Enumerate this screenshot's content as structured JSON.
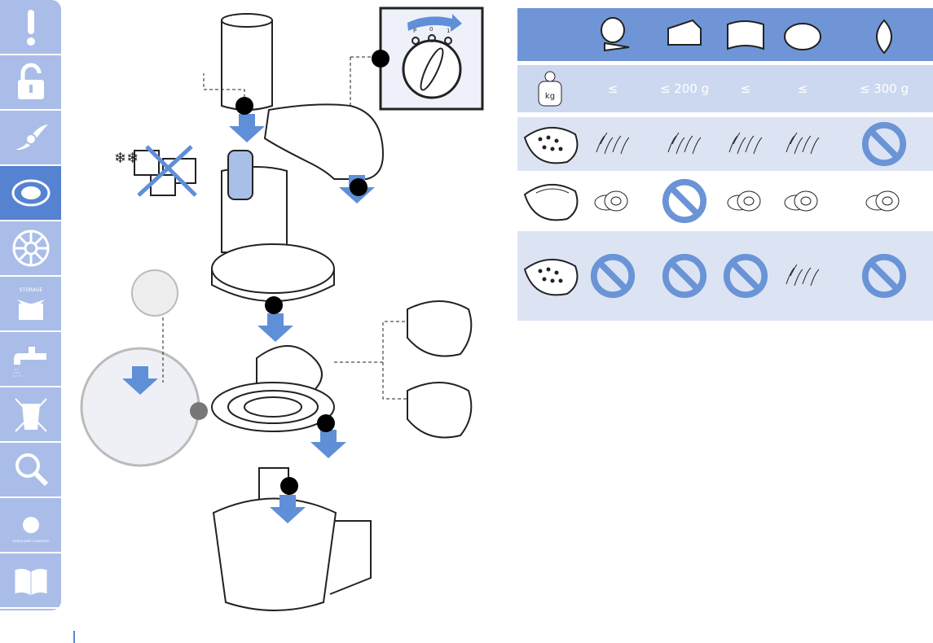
{
  "colors": {
    "sidebar": "#a9bde8",
    "sidebar_active": "#5583d2",
    "table_header": "#6f95d6",
    "table_light": "#ccd8ef",
    "no_symbol": "#6a94d6",
    "arrow": "#5f8fd6"
  },
  "sidebar": {
    "items": [
      {
        "icon": "exclamation-icon"
      },
      {
        "icon": "unlock-icon"
      },
      {
        "icon": "blade-icon"
      },
      {
        "icon": "disc-icon",
        "active": true
      },
      {
        "icon": "whisk-icon"
      },
      {
        "icon": "storage-box-icon",
        "label": "STORAGE"
      },
      {
        "icon": "faucet-icon"
      },
      {
        "icon": "crossed-bin-icon"
      },
      {
        "icon": "magnifier-icon"
      },
      {
        "icon": "globe-icon",
        "label": "WORLD-WIDE GUARANTEE"
      },
      {
        "icon": "book-icon"
      }
    ]
  },
  "dial": {
    "labels": [
      "P",
      "0",
      "1"
    ]
  },
  "table": {
    "header_icons": [
      "apple-carrot-icon",
      "cheese-icon",
      "cucumber-icon",
      "potato-icon",
      "onion-icon"
    ],
    "weights": {
      "icon": "kg-weight-icon",
      "kg_label": "kg",
      "values": [
        "≤",
        "≤ 200 g",
        "≤",
        "≤",
        "≤ 300 g"
      ]
    },
    "rows": [
      {
        "disc": "coarse-shredding-disc",
        "cells": [
          "shreds",
          "shreds",
          "shreds",
          "shreds",
          "not-allowed"
        ]
      },
      {
        "disc": "slicing-disc",
        "cells": [
          "slices",
          "not-allowed",
          "slices",
          "slices",
          "slices"
        ]
      },
      {
        "disc": "fine-shredding-disc",
        "cells": [
          "not-allowed",
          "not-allowed",
          "not-allowed",
          "fine-shreds",
          "not-allowed"
        ]
      }
    ]
  }
}
